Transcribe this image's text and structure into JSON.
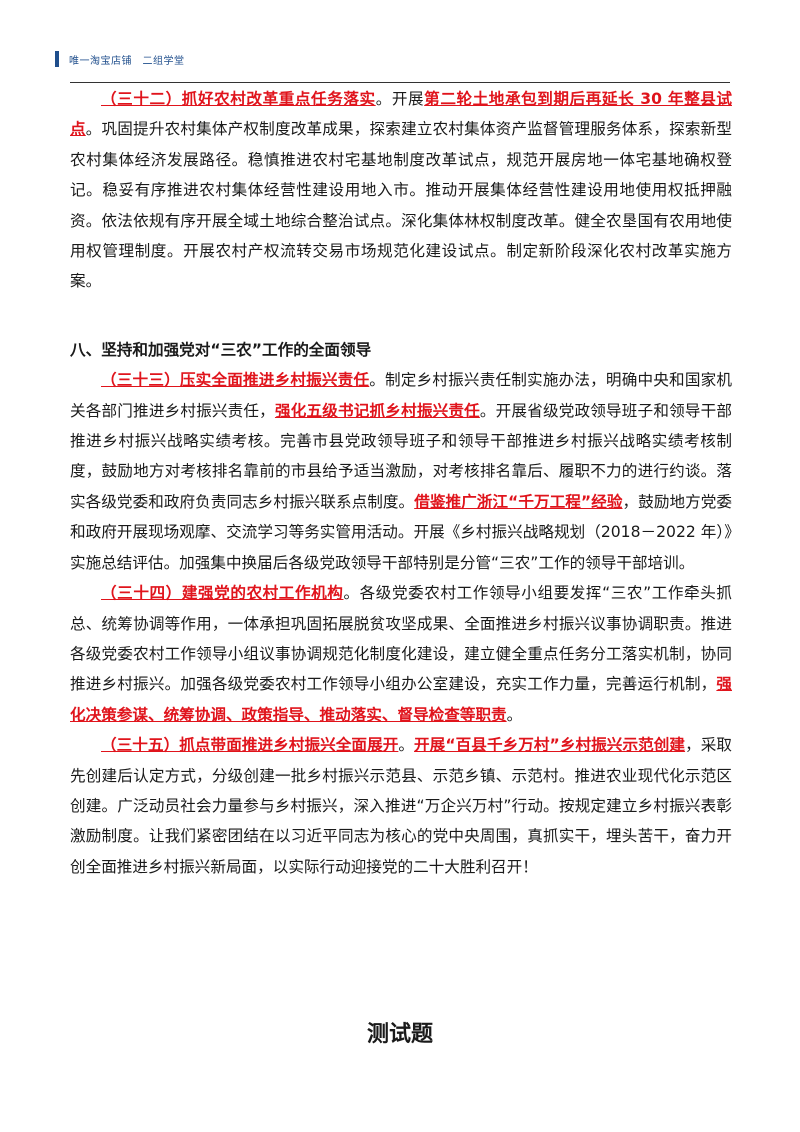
{
  "header": {
    "text": "唯一淘宝店铺　二组学堂"
  },
  "paragraphs": [
    {
      "id": "p32",
      "segments": [
        {
          "t": "（三十二）抓好农村改革重点任务落实",
          "hl": true
        },
        {
          "t": "。开展",
          "hl": false
        },
        {
          "t": "第二轮土地承包到期后再延长 30 年整县试点",
          "hl": true
        },
        {
          "t": "。巩固提升农村集体产权制度改革成果，探索建立农村集体资产监督管理服务体系，探索新型农村集体经济发展路径。稳慎推进农村宅基地制度改革试点，规范开展房地一体宅基地确权登记。稳妥有序推进农村集体经营性建设用地入市。推动开展集体经营性建设用地使用权抵押融资。依法依规有序开展全域土地综合整治试点。深化集体林权制度改革。健全农垦国有农用地使用权管理制度。开展农村产权流转交易市场规范化建设试点。制定新阶段深化农村改革实施方案。",
          "hl": false
        }
      ]
    }
  ],
  "section": {
    "heading": "八、坚持和加强党对“三农”工作的全面领导"
  },
  "section_paragraphs": [
    {
      "id": "p33",
      "segments": [
        {
          "t": "（三十三）压实全面推进乡村振兴责任",
          "hl": true
        },
        {
          "t": "。制定乡村振兴责任制实施办法，明确中央和国家机关各部门推进乡村振兴责任，",
          "hl": false
        },
        {
          "t": "强化五级书记抓乡村振兴责任",
          "hl": true
        },
        {
          "t": "。开展省级党政领导班子和领导干部推进乡村振兴战略实绩考核。完善市县党政领导班子和领导干部推进乡村振兴战略实绩考核制度，鼓励地方对考核排名靠前的市县给予适当激励，对考核排名靠后、履职不力的进行约谈。落实各级党委和政府负责同志乡村振兴联系点制度。",
          "hl": false
        },
        {
          "t": "借鉴推广浙江“千万工程”经验",
          "hl": true
        },
        {
          "t": "，鼓励地方党委和政府开展现场观摩、交流学习等务实管用活动。开展《乡村振兴战略规划（2018－2022 年）》实施总结评估。加强集中换届后各级党政领导干部特别是分管“三农”工作的领导干部培训。",
          "hl": false
        }
      ]
    },
    {
      "id": "p34",
      "segments": [
        {
          "t": "（三十四）建强党的农村工作机构",
          "hl": true
        },
        {
          "t": "。各级党委农村工作领导小组要发挥“三农”工作牵头抓总、统筹协调等作用，一体承担巩固拓展脱贫攻坚成果、全面推进乡村振兴议事协调职责。推进各级党委农村工作领导小组议事协调规范化制度化建设，建立健全重点任务分工落实机制，协同推进乡村振兴。加强各级党委农村工作领导小组办公室建设，充实工作力量，完善运行机制，",
          "hl": false
        },
        {
          "t": "强化决策参谋、统筹协调、政策指导、推动落实、督导检查等职责",
          "hl": true
        },
        {
          "t": "。",
          "hl": false
        }
      ]
    },
    {
      "id": "p35",
      "segments": [
        {
          "t": "（三十五）抓点带面推进乡村振兴全面展开",
          "hl": true
        },
        {
          "t": "。",
          "hl": false
        },
        {
          "t": "开展“百县千乡万村”乡村振兴示范创建",
          "hl": true
        },
        {
          "t": "，采取先创建后认定方式，分级创建一批乡村振兴示范县、示范乡镇、示范村。推进农业现代化示范区创建。广泛动员社会力量参与乡村振兴，深入推进“万企兴万村”行动。按规定建立乡村振兴表彰激励制度。让我们紧密团结在以习近平同志为核心的党中央周围，真抓实干，埋头苦干，奋力开创全面推进乡村振兴新局面，以实际行动迎接党的二十大胜利召开！",
          "hl": false
        }
      ]
    }
  ],
  "page_title": "测试题",
  "colors": {
    "highlight": "#e0141c",
    "header_accent": "#1f4e8c"
  }
}
